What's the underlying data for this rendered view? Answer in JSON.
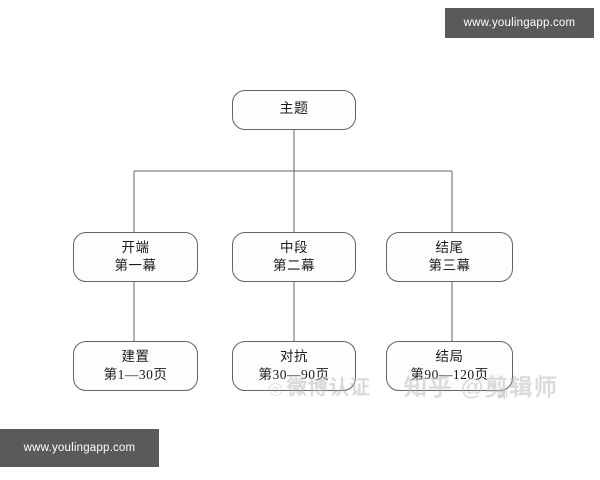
{
  "page": {
    "background_color": "#ffffff",
    "line_color": "#5f6468",
    "text_color": "#1b1b1b"
  },
  "chart_data": {
    "type": "diagram",
    "diagram_kind": "organization-tree",
    "title": "主题",
    "levels": 3,
    "nodes": [
      {
        "id": "root",
        "line1": "主题",
        "line2": "",
        "level": 0
      },
      {
        "id": "act1",
        "line1": "开端",
        "line2": "第一幕",
        "level": 1
      },
      {
        "id": "act2",
        "line1": "中段",
        "line2": "第二幕",
        "level": 1
      },
      {
        "id": "act3",
        "line1": "结尾",
        "line2": "第三幕",
        "level": 1
      },
      {
        "id": "detail1",
        "line1": "建置",
        "line2": "第1—30页",
        "level": 2
      },
      {
        "id": "detail2",
        "line1": "对抗",
        "line2": "第30—90页",
        "level": 2
      },
      {
        "id": "detail3",
        "line1": "结局",
        "line2": "第90—120页",
        "level": 2
      }
    ],
    "edges": [
      {
        "from": "root",
        "to": "act1"
      },
      {
        "from": "root",
        "to": "act2"
      },
      {
        "from": "root",
        "to": "act3"
      },
      {
        "from": "act1",
        "to": "detail1"
      },
      {
        "from": "act2",
        "to": "detail2"
      },
      {
        "from": "act3",
        "to": "detail3"
      }
    ]
  },
  "diagram": {
    "root": {
      "line1": "主题"
    },
    "act1": {
      "line1": "开端",
      "line2": "第一幕"
    },
    "act2": {
      "line1": "中段",
      "line2": "第二幕"
    },
    "act3": {
      "line1": "结尾",
      "line2": "第三幕"
    },
    "detail1": {
      "line1": "建置",
      "line2": "第1—30页"
    },
    "detail2": {
      "line1": "对抗",
      "line2": "第30—90页"
    },
    "detail3": {
      "line1": "结局",
      "line2": "第90—120页"
    }
  },
  "watermarks": {
    "badge_url": "www.youlingapp.com",
    "badge_color": "#5a5a5a",
    "weibo_logo": "◎",
    "weibo_text": "微博认证",
    "zhihu_text": "知乎 @剪辑师",
    "zhihu_sub": "师"
  }
}
